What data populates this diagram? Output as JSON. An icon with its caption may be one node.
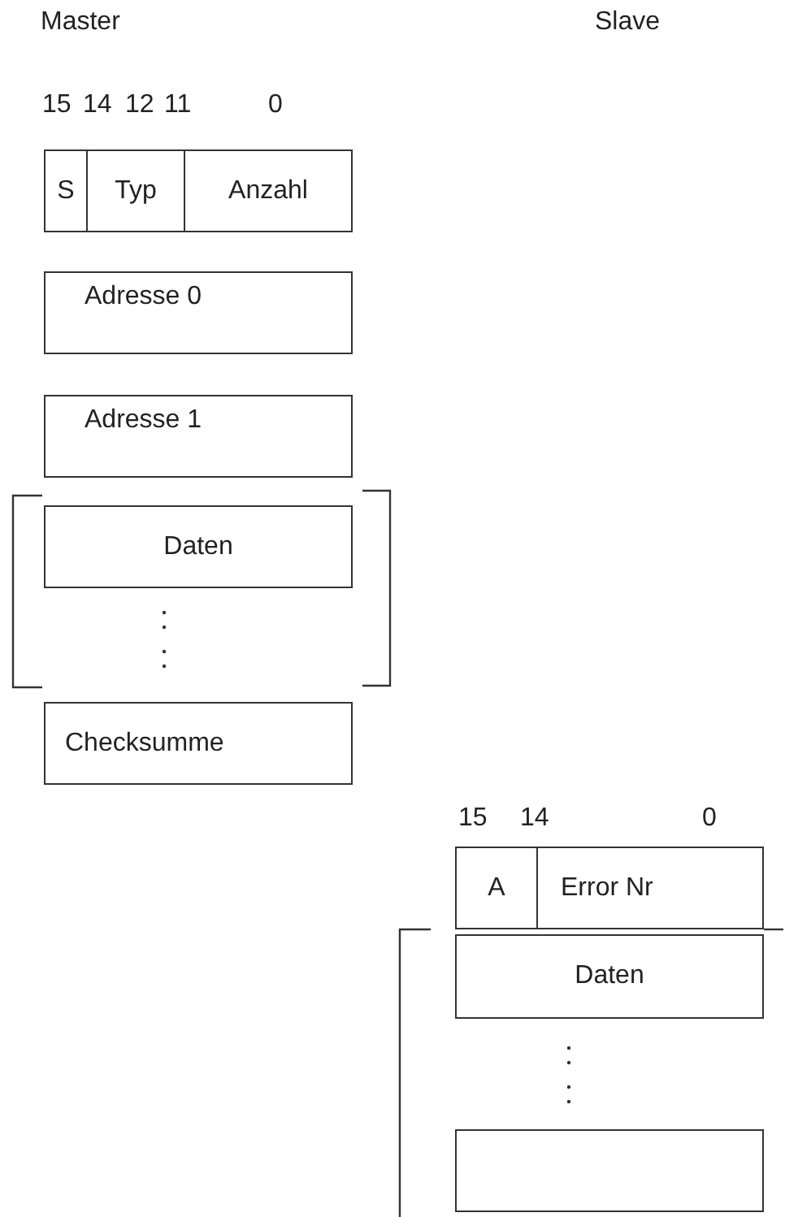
{
  "diagram": {
    "nodes": [
      {
        "text": [
          "S"
        ]
      },
      {
        "text": [
          "Typ"
        ]
      },
      {
        "text": [
          "Anzahl"
        ]
      },
      {
        "text": [
          "Adresse 0"
        ]
      },
      {
        "text": [
          "Adresse 1"
        ]
      },
      {
        "text": [
          "Daten"
        ]
      },
      {
        "text": [
          "Checksumme"
        ]
      },
      {
        "text": [
          "A"
        ]
      },
      {
        "text": [
          "Error Nr"
        ]
      },
      {
        "text": [
          "Daten"
        ]
      },
      {
        "text": [],
        "shape": "box"
      }
    ],
    "labels": [
      "Master",
      "Slave",
      "15",
      "14",
      "12",
      "11",
      "0",
      "15",
      "14",
      "0"
    ]
  }
}
